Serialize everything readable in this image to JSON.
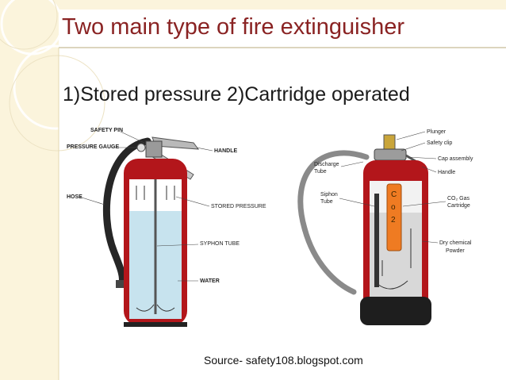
{
  "slide": {
    "title": "Two main type of fire extinguisher",
    "subtitle": "1)Stored pressure  2)Cartridge operated",
    "source": "Source- safety108.blogspot.com",
    "colors": {
      "title": "#8a2323",
      "cylinder_red": "#b3161b",
      "water": "#c7e3ee",
      "powder": "#d8d8d8",
      "cartridge": "#ef7b22",
      "background_band": "#fbf4dc"
    }
  },
  "stored_pressure_diagram": {
    "labels": {
      "safety_pin": "SAFETY PIN",
      "pressure_gauge": "PRESSURE GAUGE",
      "handle": "HANDLE",
      "hose": "HOSE",
      "stored_pressure": "STORED PRESSURE",
      "syphon_tube": "SYPHON TUBE",
      "water": "WATER"
    }
  },
  "cartridge_diagram": {
    "labels": {
      "plunger": "Plunger",
      "safety_clip": "Safety clip",
      "cap_assembly": "Cap assembly",
      "handle": "Handle",
      "discharge_tube_1": "Discharge",
      "discharge_tube_2": "Tube",
      "siphon_tube_1": "Siphon",
      "siphon_tube_2": "Tube",
      "co2_cartridge_1": "CO₂ Gas",
      "co2_cartridge_2": "Cartridge",
      "dry_powder_1": "Dry chemical",
      "dry_powder_2": "Powder"
    },
    "cartridge_letters": [
      "C",
      "o",
      "2"
    ]
  }
}
